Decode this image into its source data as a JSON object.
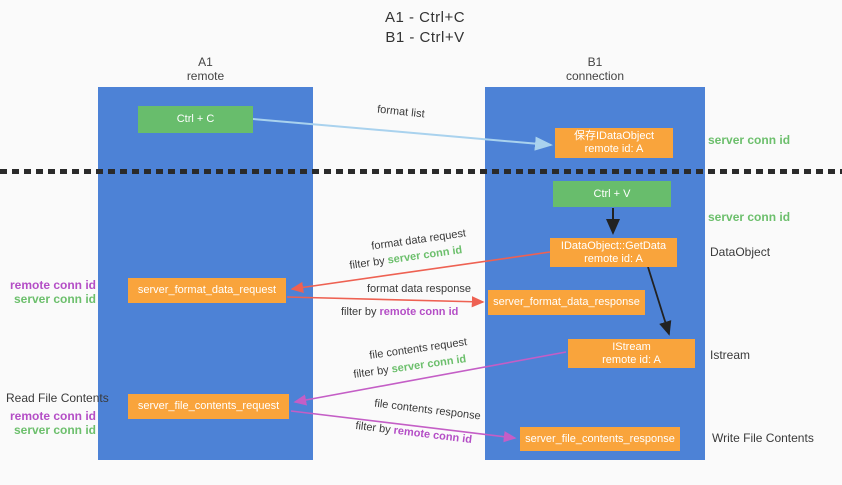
{
  "title": {
    "line1": "A1 - Ctrl+C",
    "line2": "B1 - Ctrl+V"
  },
  "columns": {
    "left": {
      "name": "A1",
      "subtitle": "remote"
    },
    "right": {
      "name": "B1",
      "subtitle": "connection"
    }
  },
  "nodes": {
    "ctrl_c": {
      "label": "Ctrl + C"
    },
    "save_dataobject": {
      "line1": "保存IDataObject",
      "line2": "remote id: A"
    },
    "ctrl_v": {
      "label": "Ctrl + V"
    },
    "getdata": {
      "line1": "IDataObject::GetData",
      "line2": "remote id: A"
    },
    "server_format_data_request": {
      "label": "server_format_data_request"
    },
    "server_format_data_response": {
      "label": "server_format_data_response"
    },
    "istream": {
      "line1": "IStream",
      "line2": "remote id: A"
    },
    "server_file_contents_request": {
      "label": "server_file_contents_request"
    },
    "server_file_contents_response": {
      "label": "server_file_contents_response"
    }
  },
  "arrows": {
    "format_list": {
      "label": "format list"
    },
    "format_data_request": {
      "label": "format data request",
      "filter_prefix": "filter by ",
      "filter_key": "server conn id"
    },
    "format_data_response": {
      "label": "format data response",
      "filter_prefix": "filter by ",
      "filter_key": "remote conn id"
    },
    "file_contents_request": {
      "label": "file contents request",
      "filter_prefix": "filter by ",
      "filter_key": "server conn id"
    },
    "file_contents_response": {
      "label": "file contents response",
      "filter_prefix": "filter by ",
      "filter_key": "remote conn id"
    }
  },
  "side_labels": {
    "server_conn_id_top_right": "server conn id",
    "server_conn_id_mid_right": "server conn id",
    "dataobject_right": "DataObject",
    "istream_right": "Istream",
    "write_file_contents_right": "Write File Contents",
    "remote_conn_id_left_upper": "remote conn id",
    "server_conn_id_left_upper": "server conn id",
    "read_file_contents_left": "Read File Contents",
    "remote_conn_id_left_lower": "remote conn id",
    "server_conn_id_left_lower": "server conn id"
  },
  "colors": {
    "column_blue": "#4d82d6",
    "node_green": "#68bd6c",
    "node_orange": "#f9a43c",
    "arrow_lightblue": "#a9d2ee",
    "arrow_black": "#222222",
    "arrow_red": "#ee6152",
    "arrow_magenta": "#c45ec6",
    "text_green": "#6cbf6c",
    "text_purple": "#b44ec6",
    "divider_black": "#2a2a2a",
    "background": "#fafafa"
  }
}
